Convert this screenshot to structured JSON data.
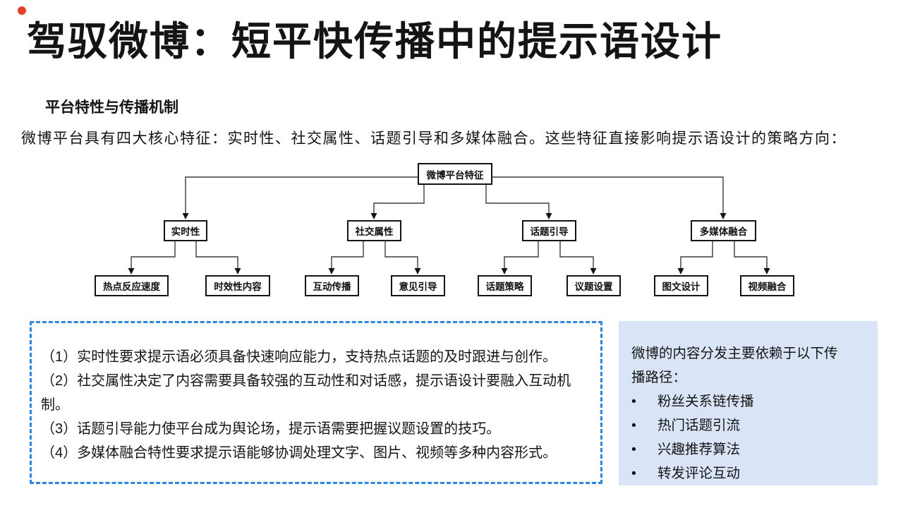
{
  "slide": {
    "title": "驾驭微博：短平快传播中的提示语设计",
    "section_heading": "平台特性与传播机制",
    "intro_paragraph": "微博平台具有四大核心特征：实时性、社交属性、话题引导和多媒体融合。这些特征直接影响提示语设计的策略方向："
  },
  "diagram": {
    "root": "微博平台特征",
    "branches": [
      {
        "label": "实时性",
        "children": [
          "热点反应速度",
          "时效性内容"
        ]
      },
      {
        "label": "社交属性",
        "children": [
          "互动传播",
          "意见引导"
        ]
      },
      {
        "label": "话题引导",
        "children": [
          "话题策略",
          "议题设置"
        ]
      },
      {
        "label": "多媒体融合",
        "children": [
          "图文设计",
          "视频融合"
        ]
      }
    ]
  },
  "notes_box": {
    "items": [
      "（1）实时性要求提示语必须具备快速响应能力，支持热点话题的及时跟进与创作。",
      "（2）社交属性决定了内容需要具备较强的互动性和对话感，提示语设计要融入互动机制。",
      "（3）话题引导能力使平台成为舆论场，提示语需要把握议题设置的技巧。",
      "（4）多媒体融合特性要求提示语能够协调处理文字、图片、视频等多种内容形式。"
    ]
  },
  "distribution_box": {
    "intro": "微博的内容分发主要依赖于以下传播路径：",
    "bullet_glyph": "•",
    "bullets": [
      "粉丝关系链传播",
      "热门话题引流",
      "兴趣推荐算法",
      "转发评论互动"
    ]
  },
  "colors": {
    "red_dot": "#E8402A",
    "dashed_border_blue": "#2E86DE",
    "panel_blue_background": "#D9E5F6",
    "text": "#141414"
  }
}
